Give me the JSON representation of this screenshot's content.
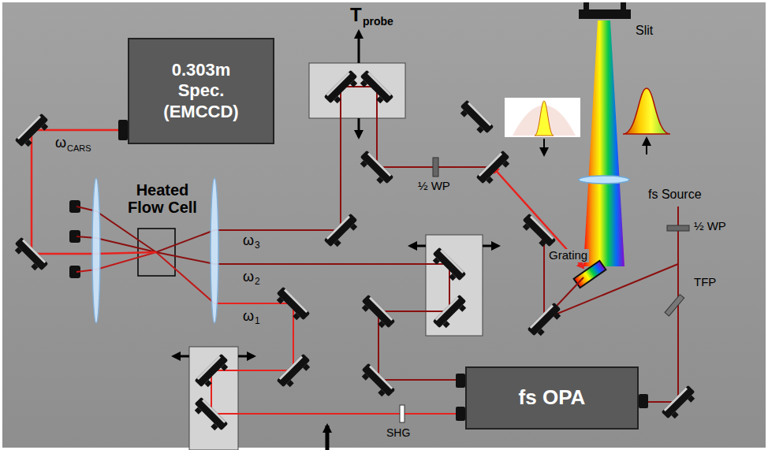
{
  "diagram": {
    "nodes": [
      {
        "text": [
          "0.303m Spec. (EMCCD)"
        ]
      },
      {
        "text": [
          "fs OPA"
        ]
      }
    ],
    "labels": [
      "T",
      "probe",
      "Slit",
      "½ WP",
      "fs Source",
      "½ WP",
      "Grating",
      "TFP",
      "Heated Flow Cell",
      "ω",
      "CARS",
      "ω",
      "3",
      "ω",
      "2",
      "ω",
      "1",
      "SHG"
    ]
  }
}
